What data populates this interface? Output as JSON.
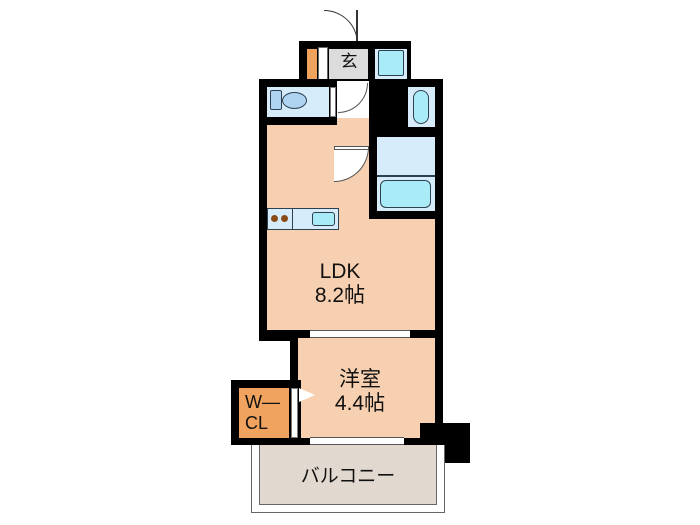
{
  "floorplan": {
    "rooms": [
      {
        "id": "ldk",
        "name": "LDK",
        "size": "8.2帖"
      },
      {
        "id": "western",
        "name": "洋室",
        "size": "4.4帖"
      },
      {
        "id": "wcl",
        "name_line1": "W—",
        "name_line2": "CL"
      },
      {
        "id": "balcony",
        "name": "バルコニー"
      },
      {
        "id": "entrance",
        "name": "玄"
      }
    ],
    "colors": {
      "floor": "#f6d0b0",
      "wet_area": "#d6ecfb",
      "fixture": "#a9ecf7",
      "closet": "#f0a35e",
      "balcony": "#e1d8cf",
      "entrance": "#dcdcdc",
      "wall": "#000000"
    }
  }
}
